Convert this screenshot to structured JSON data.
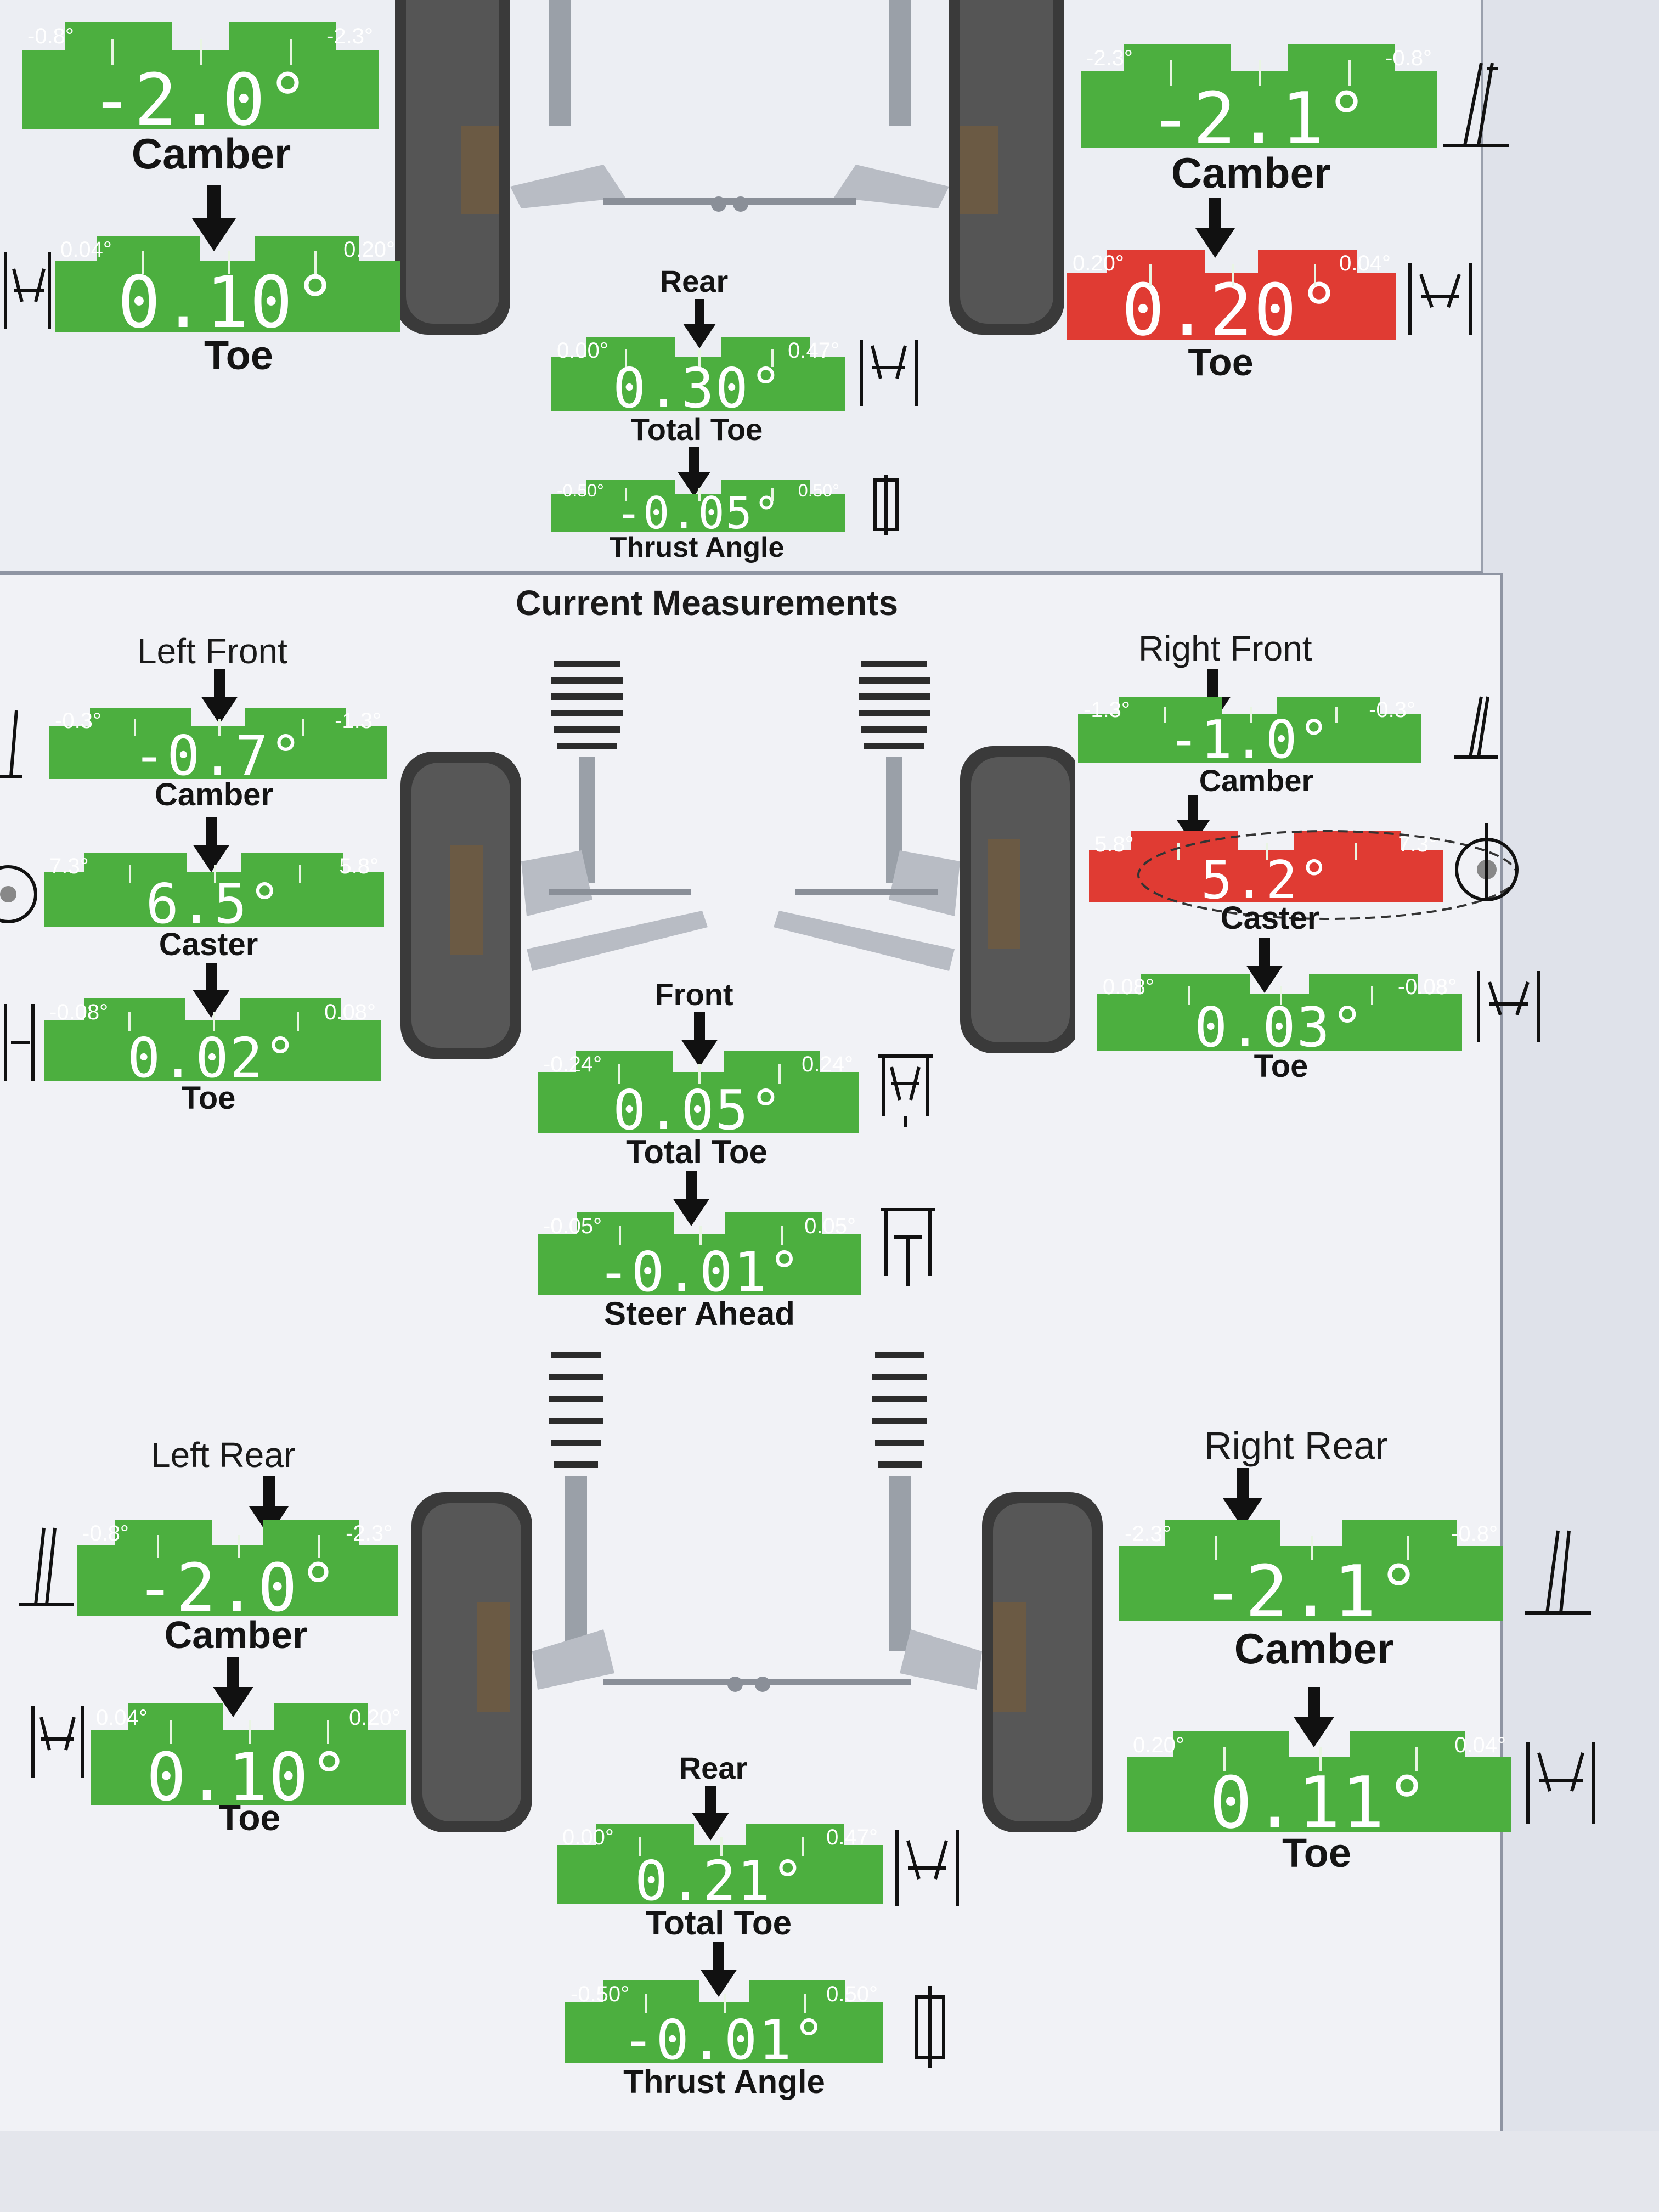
{
  "colors": {
    "in_spec": "#4caf3f",
    "out_of_spec": "#e03b33"
  },
  "previous": {
    "left": {
      "camber": {
        "min": "-0.8°",
        "max": "-2.3°",
        "value": "-2.0°",
        "label": "Camber"
      },
      "toe": {
        "min": "0.04°",
        "max": "0.20°",
        "value": "0.10°",
        "label": "Toe"
      }
    },
    "right": {
      "camber": {
        "min": "-2.3°",
        "max": "-0.8°",
        "value": "-2.1°",
        "label": "Camber"
      },
      "toe": {
        "min": "0.20°",
        "max": "0.04°",
        "value": "0.20°",
        "label": "Toe",
        "status": "out_of_spec"
      }
    },
    "axle_label": "Rear",
    "total_toe": {
      "min": "0.00°",
      "max": "0.47°",
      "value": "0.30°",
      "label": "Total Toe"
    },
    "thrust_angle": {
      "min": "-0.50°",
      "max": "0.50°",
      "value": "-0.05°",
      "label": "Thrust Angle"
    }
  },
  "current": {
    "title": "Current Measurements",
    "front": {
      "left_label": "Left Front",
      "right_label": "Right Front",
      "axle_label": "Front",
      "left": {
        "camber": {
          "min": "-0.3°",
          "max": "-1.3°",
          "value": "-0.7°",
          "label": "Camber"
        },
        "caster": {
          "min": "7.3°",
          "max": "5.8°",
          "value": "6.5°",
          "label": "Caster"
        },
        "toe": {
          "min": "-0.08°",
          "max": "0.08°",
          "value": "0.02°",
          "label": "Toe"
        }
      },
      "right": {
        "camber": {
          "min": "-1.3°",
          "max": "-0.3°",
          "value": "-1.0°",
          "label": "Camber"
        },
        "caster": {
          "min": "5.8°",
          "max": "7.3°",
          "value": "5.2°",
          "label": "Caster",
          "status": "out_of_spec"
        },
        "toe": {
          "min": "0.08°",
          "max": "-0.08°",
          "value": "0.03°",
          "label": "Toe"
        }
      },
      "total_toe": {
        "min": "-0.24°",
        "max": "0.24°",
        "value": "0.05°",
        "label": "Total Toe"
      },
      "steer_ahead": {
        "min": "-0.05°",
        "max": "0.05°",
        "value": "-0.01°",
        "label": "Steer Ahead"
      }
    },
    "rear": {
      "left_label": "Left Rear",
      "right_label": "Right Rear",
      "axle_label": "Rear",
      "left": {
        "camber": {
          "min": "-0.8°",
          "max": "-2.3°",
          "value": "-2.0°",
          "label": "Camber"
        },
        "toe": {
          "min": "0.04°",
          "max": "0.20°",
          "value": "0.10°",
          "label": "Toe"
        }
      },
      "right": {
        "camber": {
          "min": "-2.3°",
          "max": "-0.8°",
          "value": "-2.1°",
          "label": "Camber"
        },
        "toe": {
          "min": "0.20°",
          "max": "0.04°",
          "value": "0.11°",
          "label": "Toe"
        }
      },
      "total_toe": {
        "min": "0.00°",
        "max": "0.47°",
        "value": "0.21°",
        "label": "Total Toe"
      },
      "thrust_angle": {
        "min": "-0.50°",
        "max": "0.50°",
        "value": "-0.01°",
        "label": "Thrust Angle"
      }
    }
  }
}
